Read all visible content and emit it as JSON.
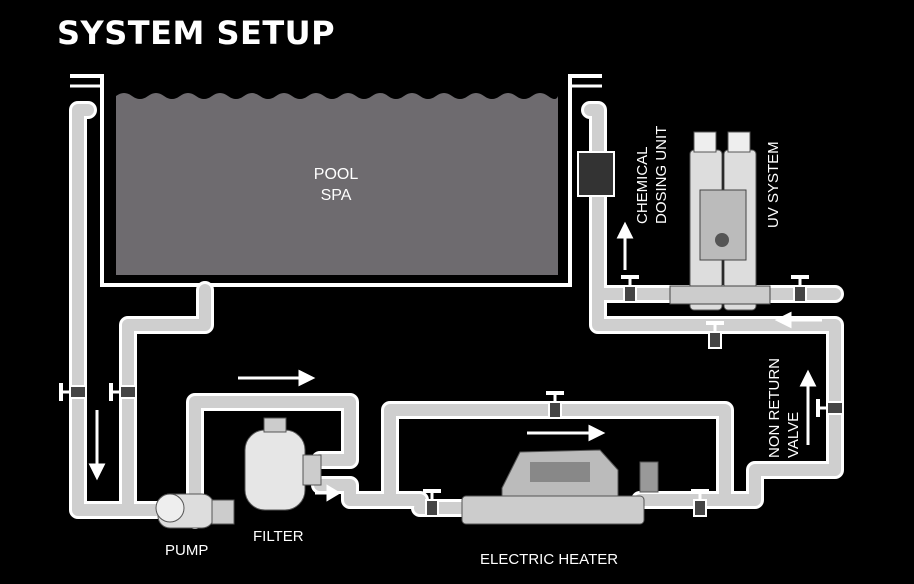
{
  "title": "SYSTEM SETUP",
  "labels": {
    "pool_line1": "POOL",
    "pool_line2": "SPA",
    "chemical_line1": "CHEMICAL",
    "chemical_line2": "DOSING UNIT",
    "uv_system": "UV SYSTEM",
    "non_return_line1": "NON RETURN",
    "non_return_line2": "VALVE",
    "pump": "PUMP",
    "filter": "FILTER",
    "electric_heater": "ELECTRIC HEATER"
  },
  "colors": {
    "background": "#000000",
    "pool_water": "#6e6b6f",
    "pipe_fill": "#d0d0d0",
    "pipe_outline": "#ffffff",
    "text": "#ffffff"
  },
  "icons": [
    "pool-tank",
    "pipe",
    "valve-icon",
    "flow-arrow",
    "pump-icon",
    "filter-tank-icon",
    "electric-heater-icon",
    "uv-system-icon",
    "chemical-dosing-box-icon"
  ]
}
